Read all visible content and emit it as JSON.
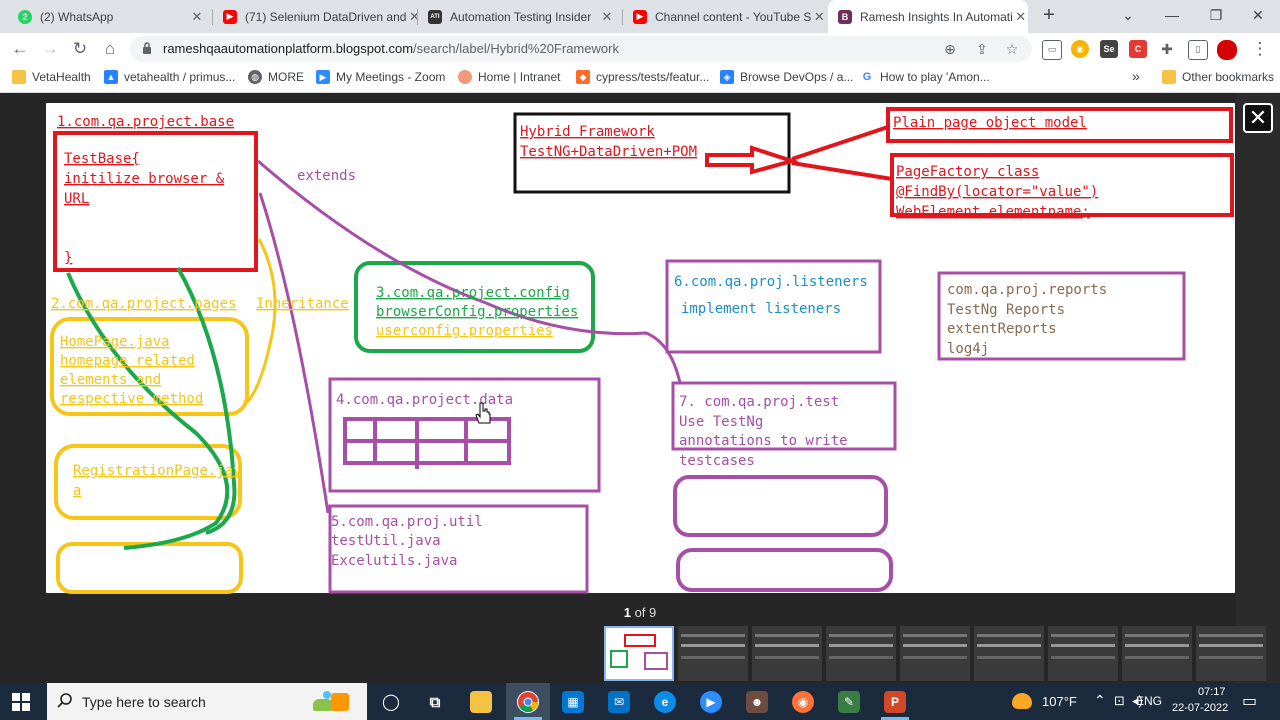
{
  "browser": {
    "tabs": [
      {
        "label": "(2) WhatsApp",
        "icon": "whatsapp-icon",
        "color": "#25d366"
      },
      {
        "label": "(71) Selenium DataDriven and",
        "icon": "youtube-icon",
        "color": "#ff0000"
      },
      {
        "label": "Automation Testing Insider",
        "icon": "ati-icon",
        "color": "#333333"
      },
      {
        "label": "Channel content - YouTube S",
        "icon": "youtube-icon",
        "color": "#ff0000"
      },
      {
        "label": "Ramesh Insights In Automati",
        "icon": "blog-icon",
        "color": "#6e2f5a"
      }
    ],
    "url_host": "rameshqaautomationplatform.blogspot.com",
    "url_path": "/search/label/Hybrid%20Framework",
    "bookmarks": [
      {
        "label": "VetaHealth",
        "icon": "folder-icon"
      },
      {
        "label": "vetahealth / primus...",
        "icon": "atlassian-icon"
      },
      {
        "label": "MORE",
        "icon": "globe-icon"
      },
      {
        "label": "My Meetings - Zoom",
        "icon": "zoom-icon"
      },
      {
        "label": "Home | Intranet",
        "icon": "intranet-icon"
      },
      {
        "label": "cypress/tests/featur...",
        "icon": "gitlab-icon"
      },
      {
        "label": "Browse DevOps / a...",
        "icon": "jira-icon"
      },
      {
        "label": "How to play 'Amon...",
        "icon": "google-icon"
      }
    ],
    "more_bookmarks": "»",
    "other_bookmarks": "Other bookmarks"
  },
  "slide": {
    "base_title": "1.com.qa.project.base",
    "base_lines": [
      "TestBase{",
      "initilize browser &",
      "URL",
      "}"
    ],
    "extends_label": "extends",
    "inheritance_label": "Inheritance",
    "pages_title": "2.com.qa.project.pages",
    "homepage_lines": [
      "HomePage.java",
      "homepage related",
      "elements and",
      "respective method"
    ],
    "registration_lines": [
      "RegistrationPage.jav",
      "a"
    ],
    "hybrid_lines": [
      "Hybrid Framework",
      "TestNG+DataDriven+POM"
    ],
    "pom_label": "Plain page object model",
    "pagefactory_lines": [
      "PageFactory class",
      "@FindBy(locator=\"value\")",
      "WebElement elementname;"
    ],
    "config_lines": [
      "3.com.qa.project.config",
      "browserConfig.properties",
      "userconfig.properties"
    ],
    "listeners_lines": [
      "6.com.qa.proj.listeners",
      "implement listeners"
    ],
    "reports_lines": [
      "com.qa.proj.reports",
      "TestNg Reports",
      "extentReports",
      "log4j"
    ],
    "data_title": "4.com.qa.project.data",
    "test_lines": [
      "7. com.qa.proj.test",
      "Use TestNg",
      "annotations to write",
      "testcases"
    ],
    "util_lines": [
      "5.com.qa.proj.util",
      "testUtil.java",
      "Excelutils.java"
    ]
  },
  "viewer": {
    "close_glyph": "✕",
    "page_current": "1",
    "page_of": "of 9",
    "thumbnail_count": 9
  },
  "taskbar": {
    "search_placeholder": "Type here to search",
    "weather": "107°F",
    "language": "ENG",
    "time": "07:17",
    "date": "22-07-2022"
  },
  "colors": {
    "red": "#e0161c",
    "green": "#1aa84a",
    "yellow": "#f5c518",
    "purple": "#a74ea7",
    "blue": "#1b8fc7",
    "brown": "#8a6a4e"
  }
}
